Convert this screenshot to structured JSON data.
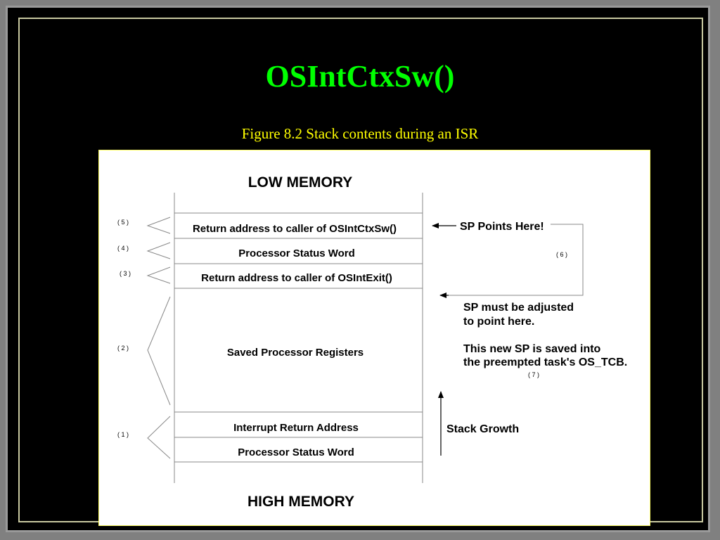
{
  "slide": {
    "title": "OSIntCtxSw()",
    "caption": "Figure 8.2 Stack contents during an ISR"
  },
  "diagram": {
    "low_memory": "LOW MEMORY",
    "high_memory": "HIGH MEMORY",
    "stack_cells": [
      "Return address to caller of OSIntCtxSw()",
      "Processor Status Word",
      "Return address to caller of OSIntExit()",
      "Saved Processor Registers",
      "Interrupt Return Address",
      "Processor Status Word"
    ],
    "refs": {
      "r1": "( 1 )",
      "r2": "( 2 )",
      "r3": "( 3 )",
      "r4": "( 4 )",
      "r5": "( 5 )",
      "r6": "( 6 )",
      "r7": "( 7 )"
    },
    "sp_points_here": "SP Points Here!",
    "sp_adjust_line1": "SP must be adjusted",
    "sp_adjust_line2": "to point here.",
    "sp_saved_line1": "This new SP is saved into",
    "sp_saved_line2": "the preempted task's OS_TCB.",
    "stack_growth": "Stack Growth"
  }
}
